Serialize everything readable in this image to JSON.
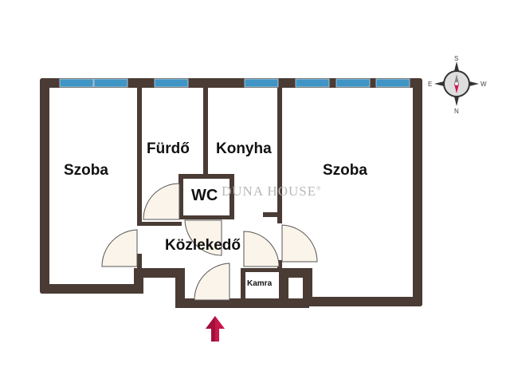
{
  "floorplan": {
    "rooms": [
      {
        "id": "szoba-left",
        "label": "Szoba"
      },
      {
        "id": "furdo",
        "label": "Fürdő"
      },
      {
        "id": "konyha",
        "label": "Konyha"
      },
      {
        "id": "szoba-right",
        "label": "Szoba"
      },
      {
        "id": "wc",
        "label": "WC"
      },
      {
        "id": "kozlekedo",
        "label": "Közlekedő"
      },
      {
        "id": "kamra",
        "label": "Kamra"
      }
    ],
    "watermark": "DUNA HOUSE",
    "watermark_mark": "®",
    "entrance_arrow": "entrance-arrow",
    "compass": {
      "north": "N",
      "south": "S",
      "east": "E",
      "west": "W"
    },
    "colors": {
      "wall": "#4a3b35",
      "window": "#3f95c5",
      "door_fill": "#fbf4ea",
      "arrow": "#c8174a",
      "background": "#ffffff"
    }
  }
}
